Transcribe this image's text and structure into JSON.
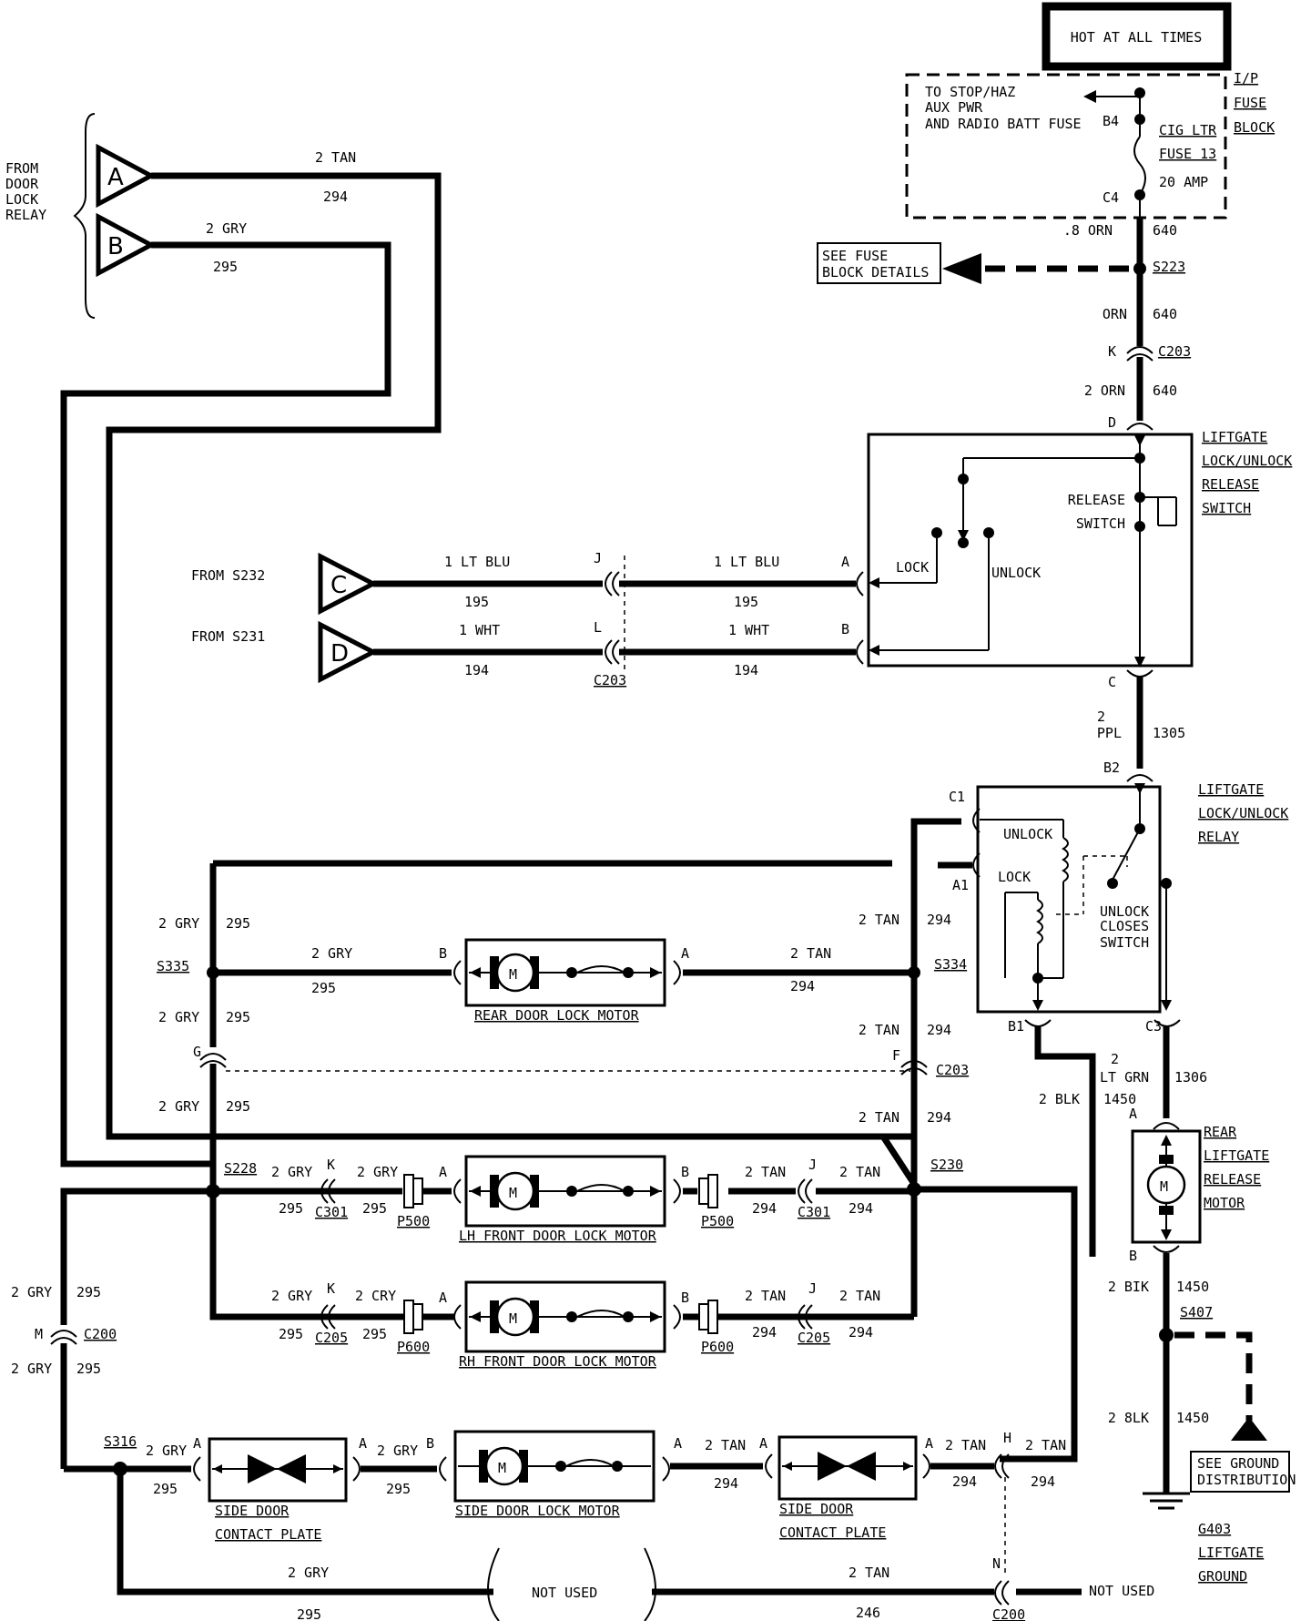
{
  "header": {
    "hot": "HOT AT ALL TIMES"
  },
  "fuse_block": {
    "l1": "I/P",
    "l2": "FUSE",
    "l3": "BLOCK",
    "aux1": "TO STOP/HAZ",
    "aux2": "AUX PWR",
    "aux3": "AND RADIO BATT FUSE",
    "b4": "B4",
    "c4": "C4",
    "fuse1": "CIG LTR",
    "fuse2": "FUSE 13",
    "fuse3": "20 AMP"
  },
  "see_fuse": {
    "l1": "SEE FUSE",
    "l2": "BLOCK DETAILS"
  },
  "from_relay": {
    "l1": "FROM",
    "l2": "DOOR",
    "l3": "LOCK",
    "l4": "RELAY"
  },
  "terminals": {
    "a": "A",
    "b": "B",
    "c": "C",
    "d": "D"
  },
  "from_s232": "FROM S232",
  "from_s231": "FROM S231",
  "splices": {
    "s223": "S223",
    "s335": "S335",
    "s334": "S334",
    "s228": "S228",
    "s230": "S230",
    "s407": "S407",
    "s316": "S316"
  },
  "connectors": {
    "c203": "C203",
    "c301": "C301",
    "c205": "C205",
    "c200": "C200",
    "p500": "P500",
    "p600": "P600"
  },
  "pins": {
    "k": "K",
    "d": "D",
    "c": "C",
    "b2": "B2",
    "c1": "C1",
    "a1": "A1",
    "b1": "B1",
    "c3": "C3",
    "j": "J",
    "l": "L",
    "a": "A",
    "b": "B",
    "g": "G",
    "f": "F",
    "m": "M",
    "h": "H",
    "n": "N"
  },
  "wires": {
    "tan2": "2 TAN",
    "gry2": "2 GRY",
    "cry2": "2 CRY",
    "orn8": ".8 ORN",
    "orn": "ORN",
    "orn2": "2 ORN",
    "n640": "640",
    "n294": "294",
    "n295": "295",
    "ltblu": "1 LT BLU",
    "n195": "195",
    "wht": "1 WHT",
    "n194": "194",
    "n2": "2",
    "ppl": "PPL",
    "n1305": "1305",
    "ltgrn": "LT GRN",
    "n1306": "1306",
    "blk2": "2 BLK",
    "bik2": "2 BIK",
    "blk2b": "2 8LK",
    "n1450": "1450",
    "n246": "246"
  },
  "switch": {
    "l1": "LIFTGATE",
    "l2": "LOCK/UNLOCK",
    "l3": "RELEASE",
    "l4": "SWITCH",
    "rel1": "RELEASE",
    "rel2": "SWITCH",
    "lock": "LOCK",
    "unlock": "UNLOCK"
  },
  "relay": {
    "l1": "LIFTGATE",
    "l2": "LOCK/UNLOCK",
    "l3": "RELAY",
    "unlock": "UNLOCK",
    "lock": "LOCK",
    "uc1": "UNLOCK",
    "uc2": "CLOSES",
    "uc3": "SWITCH"
  },
  "motors": {
    "rear_door": "REAR DOOR LOCK MOTOR",
    "lh_front": "LH FRONT DOOR LOCK MOTOR",
    "rh_front": "RH FRONT DOOR LOCK MOTOR",
    "side_door": "SIDE DOOR LOCK MOTOR",
    "m": "M"
  },
  "liftgate_motor": {
    "l1": "REAR",
    "l2": "LIFTGATE",
    "l3": "RELEASE",
    "l4": "MOTOR"
  },
  "contact_plate": {
    "l1": "SIDE DOOR",
    "l2": "CONTACT PLATE"
  },
  "ground": {
    "see1": "SEE GROUND",
    "see2": "DISTRIBUTION",
    "g403": "G403",
    "g1": "LIFTGATE",
    "g2": "GROUND"
  },
  "not_used": "NOT USED",
  "not_used2": "NOT USED"
}
